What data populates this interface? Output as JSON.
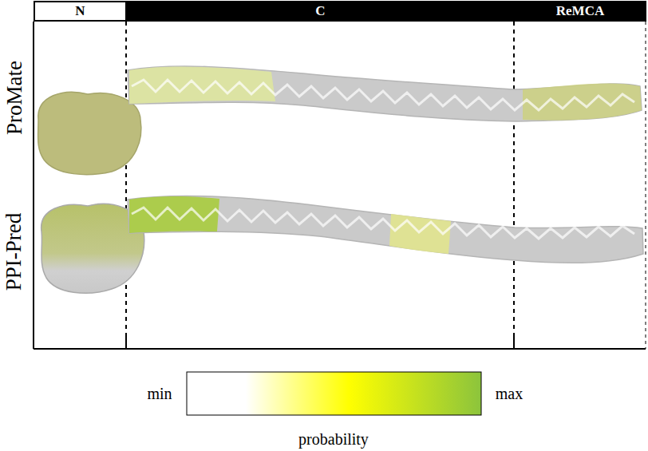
{
  "diagram": {
    "nodes": [
      {
        "text": [
          "N"
        ]
      },
      {
        "text": [
          "C"
        ]
      },
      {
        "text": [
          "ReMCA"
        ]
      }
    ],
    "labels": [
      "ProMate",
      "PPI-Pred",
      "min",
      "max",
      "probability"
    ]
  }
}
